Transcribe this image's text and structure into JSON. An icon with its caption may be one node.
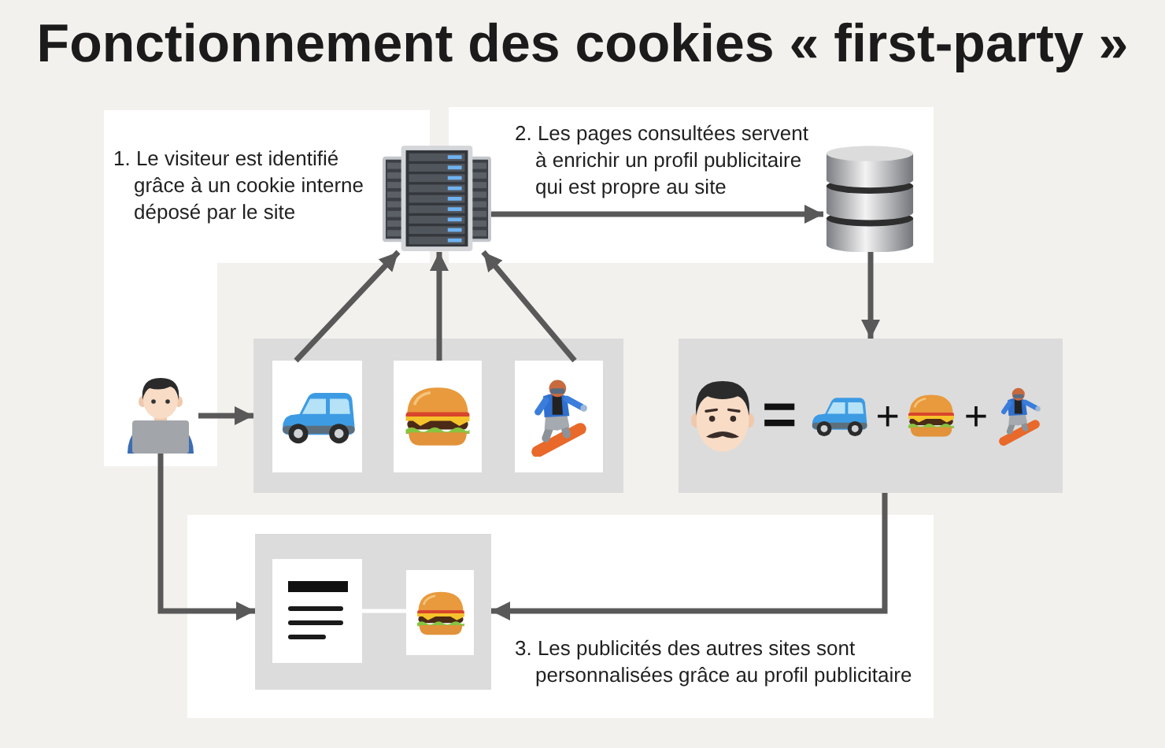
{
  "diagram": {
    "title": "Fonctionnement des cookies « first-party »",
    "nodes": [
      {
        "text": [
          "1. Le visiteur est identifié grâce à un cookie interne déposé par le site"
        ]
      },
      {
        "text": [],
        "shape": "picture"
      },
      {
        "text": [
          "2. Les pages consultées servent à enrichir un profil publicitaire qui est propre au site"
        ]
      },
      {
        "text": [],
        "shape": "cylinder",
        "in": 2
      },
      {
        "text": [],
        "shape": "person",
        "in": 0
      },
      {
        "text": [],
        "shape": "box"
      },
      {
        "text": [],
        "shape": "picture",
        "in": 5
      },
      {
        "text": [],
        "shape": "picture",
        "in": 5
      },
      {
        "text": [],
        "shape": "picture",
        "in": 5
      },
      {
        "text": [
          "=",
          "+",
          "+"
        ]
      },
      {
        "text": [
          "3. Les publicités des autres sites sont personnalisées grâce au profil publicitaire"
        ]
      },
      {
        "text": [],
        "shape": "box",
        "in": 10
      },
      {
        "text": [],
        "shape": "picture",
        "in": 11
      },
      {
        "text": [],
        "shape": "picture",
        "in": 11
      }
    ],
    "edges": [
      {
        "from": 4,
        "to": 5,
        "arrow": "to"
      },
      {
        "from": 6,
        "to": 1,
        "arrow": "to"
      },
      {
        "from": 7,
        "to": 1,
        "arrow": "to"
      },
      {
        "from": 8,
        "to": 1,
        "arrow": "to"
      },
      {
        "from": 1,
        "to": 3,
        "arrow": "to"
      },
      {
        "from": 3,
        "to": 9,
        "arrow": "to"
      },
      {
        "from": 9,
        "to": 11,
        "arrow": "to"
      },
      {
        "from": 4,
        "to": 11,
        "arrow": "to"
      },
      {
        "from": 12,
        "to": 13,
        "arrow": "none",
        "color": "#ffffff"
      }
    ]
  }
}
